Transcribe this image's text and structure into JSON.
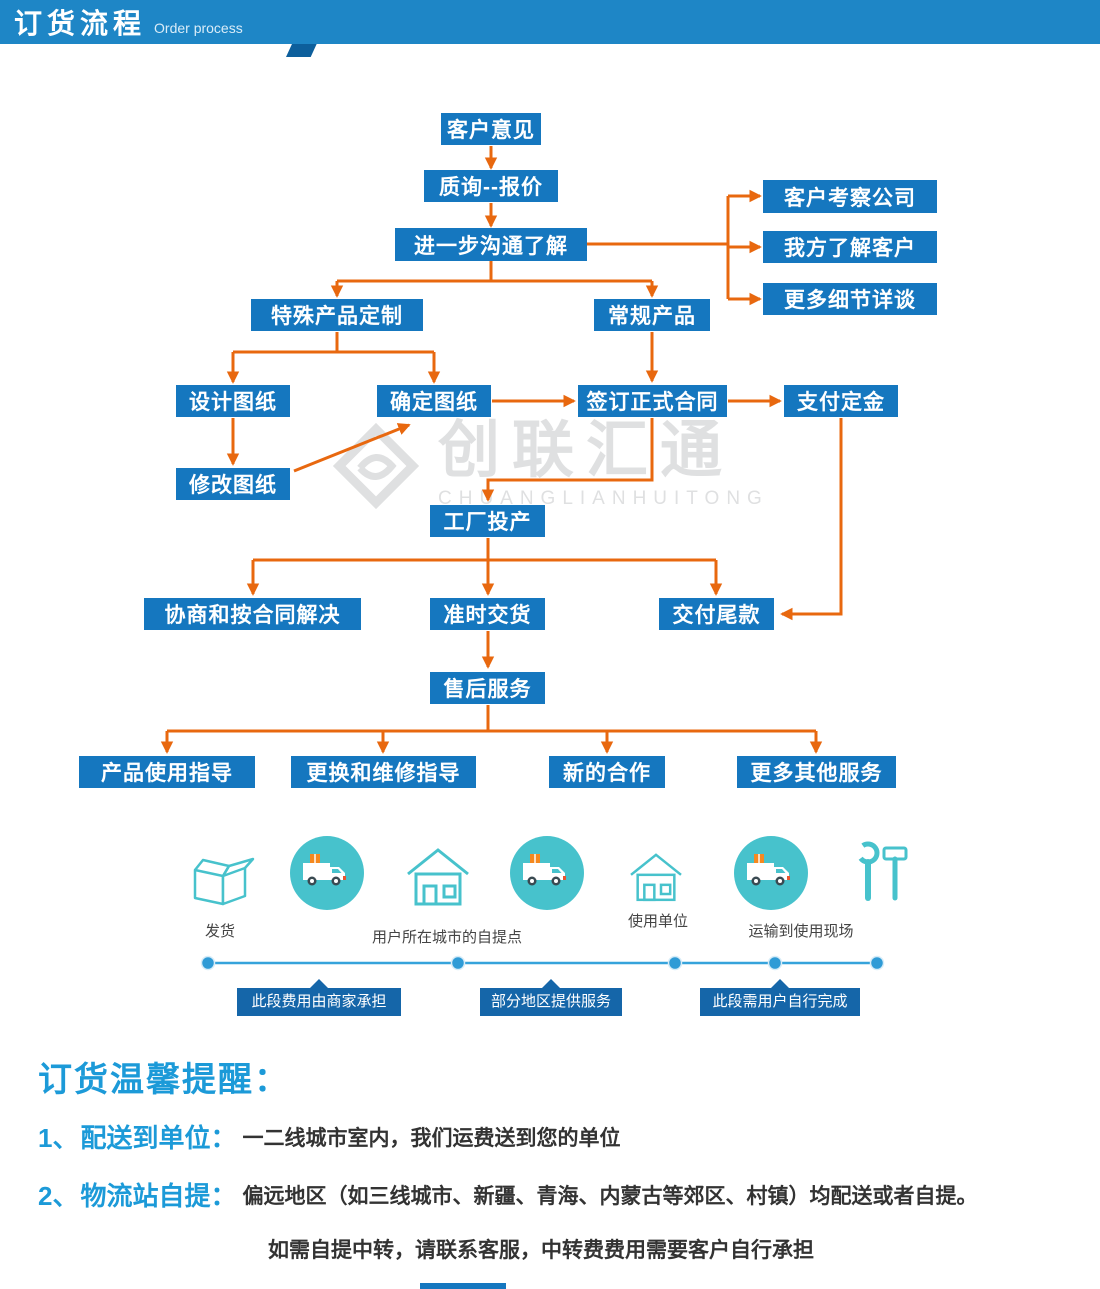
{
  "header": {
    "title": "订货流程",
    "subtitle": "Order process"
  },
  "flow": {
    "customer_feedback": "客户意见",
    "inquiry_quote": "质询--报价",
    "further_communication": "进一步沟通了解",
    "customer_visit_company": "客户考察公司",
    "we_know_customer": "我方了解客户",
    "more_details_talk": "更多细节详谈",
    "special_custom_product": "特殊产品定制",
    "regular_product": "常规产品",
    "design_drawing": "设计图纸",
    "confirm_drawing": "确定图纸",
    "sign_contract": "签订正式合同",
    "pay_deposit": "支付定金",
    "modify_drawing": "修改图纸",
    "factory_production": "工厂投产",
    "negotiate_by_contract": "协商和按合同解决",
    "on_time_delivery": "准时交货",
    "pay_balance": "交付尾款",
    "after_sales_service": "售后服务",
    "product_usage_guide": "产品使用指导",
    "replace_repair_guide": "更换和维修指导",
    "new_cooperation": "新的合作",
    "more_other_services": "更多其他服务"
  },
  "watermark": {
    "name": "创联汇通",
    "romanized": "CHUANGLIANHUITONG"
  },
  "logistics": {
    "ship": "发货",
    "pickup_point": "用户所在城市的自提点",
    "user_unit": "使用单位",
    "transport_to_site": "运输到使用现场",
    "stage_merchant": "此段费用由商家承担",
    "stage_partial": "部分地区提供服务",
    "stage_user": "此段需用户自行完成"
  },
  "notice": {
    "title": "订货温馨提醒：",
    "item1_num": "1、",
    "item1_label": "配送到单位：",
    "item1_text": "一二线城市室内，我们运费送到您的单位",
    "item2_num": "2、",
    "item2_label": "物流站自提：",
    "item2_text": "偏远地区（如三线城市、新疆、青海、内蒙古等郊区、村镇）均配送或者自提。",
    "item3_text": "如需自提中转，请联系客服，中转费费用需要客户自行承担"
  },
  "icons": {
    "package_box": "open cube outline",
    "delivery_truck": "white truck with orange parcel in teal circle",
    "house": "house outline",
    "tools": "wrench and hammer outline"
  },
  "colors": {
    "header_blue": "#1E86C6",
    "node_blue": "#1577BF",
    "arrow_orange": "#E8680F",
    "teal": "#47C2CC",
    "timeline_blue": "#2F9BD6",
    "tooltip_blue": "#1566A9",
    "notice_blue": "#1C9AD8"
  }
}
